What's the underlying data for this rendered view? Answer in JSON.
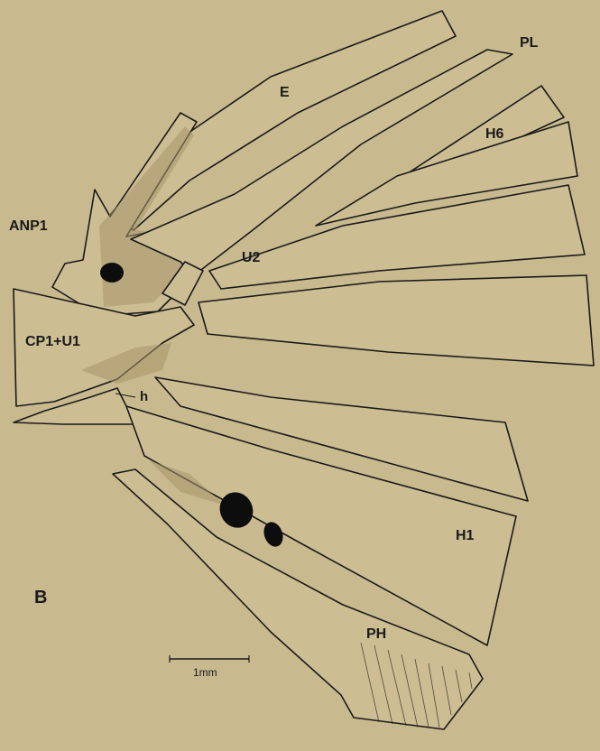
{
  "panel_label": "B",
  "labels": {
    "E": "E",
    "PL": "PL",
    "H6": "H6",
    "ANP1": "ANP1",
    "U2": "U2",
    "CP1_U1": "CP1+U1",
    "h": "h",
    "H1": "H1",
    "PH": "PH"
  },
  "scale_bar": {
    "label": "1mm"
  }
}
